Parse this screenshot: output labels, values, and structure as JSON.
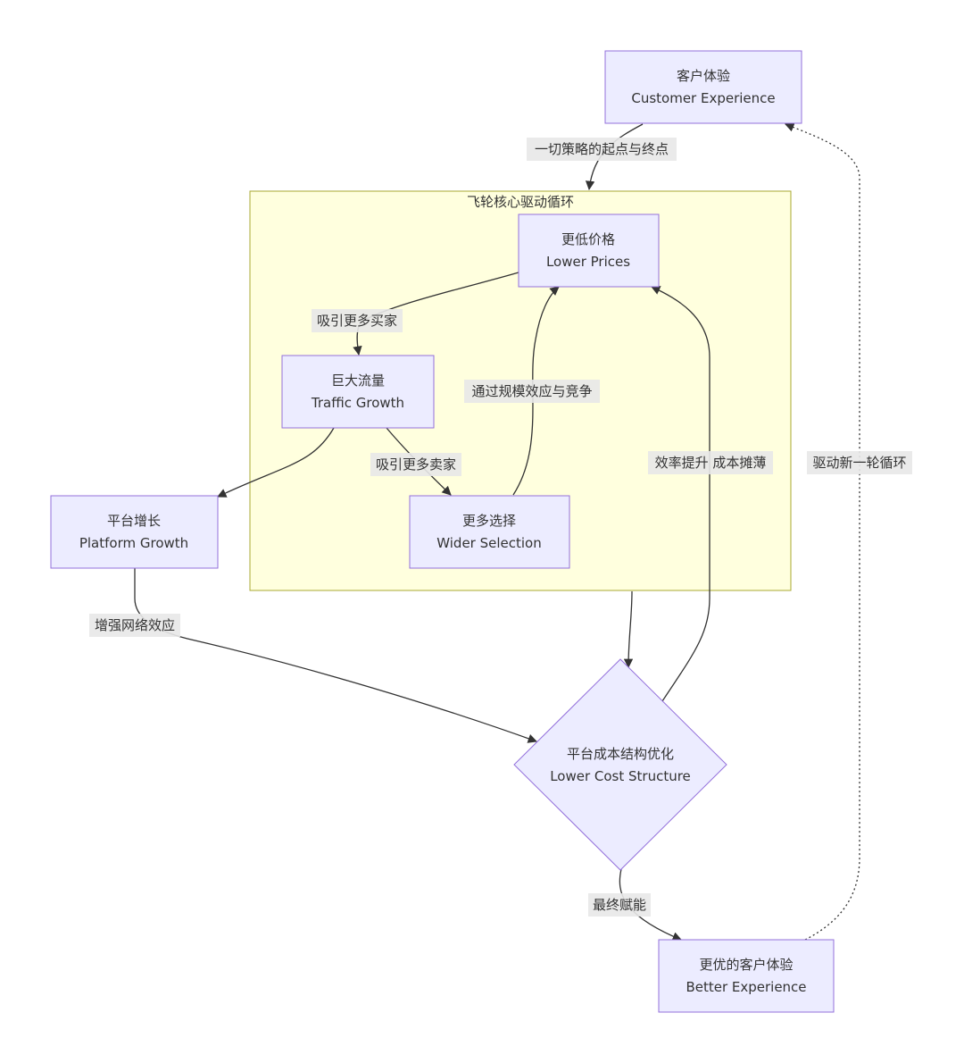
{
  "cluster": {
    "title": "飞轮核心驱动循环"
  },
  "nodes": {
    "customer_experience": {
      "line1": "客户体验",
      "line2": "Customer Experience"
    },
    "lower_prices": {
      "line1": "更低价格",
      "line2": "Lower Prices"
    },
    "traffic_growth": {
      "line1": "巨大流量",
      "line2": "Traffic Growth"
    },
    "wider_selection": {
      "line1": "更多选择",
      "line2": "Wider Selection"
    },
    "platform_growth": {
      "line1": "平台增长",
      "line2": "Platform Growth"
    },
    "lower_cost": {
      "line1": "平台成本结构优化",
      "line2": "Lower Cost Structure"
    },
    "better_experience": {
      "line1": "更优的客户体验",
      "line2": "Better Experience"
    }
  },
  "edges": {
    "cx_to_prices": "一切策略的起点与终点",
    "prices_to_traffic": "吸引更多买家",
    "traffic_to_selection": "吸引更多卖家",
    "selection_to_prices": "通过规模效应与竞争",
    "cost_to_prices": "效率提升 成本摊薄",
    "platform_to_cost": "增强网络效应",
    "cost_to_better": "最终赋能",
    "better_to_cx": "驱动新一轮循环"
  }
}
